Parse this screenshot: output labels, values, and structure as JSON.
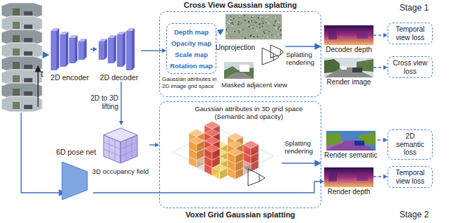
{
  "diagram": {
    "nodes": [
      {
        "text": [
          "Cross View Gaussian splatting"
        ]
      },
      {
        "text": [
          "Depth map",
          "Opacity map",
          "Scale map",
          "Rotation map"
        ],
        "in": 0
      },
      {
        "text": [
          "2D encoder"
        ]
      },
      {
        "text": [
          "2D decoder"
        ]
      },
      {
        "text": [
          "Decoder depth"
        ]
      },
      {
        "text": [
          "Render image"
        ]
      },
      {
        "text": [
          "Temporal view loss"
        ]
      },
      {
        "text": [
          "Cross view loss"
        ]
      },
      {
        "text": [
          "3D occupancy field"
        ]
      },
      {
        "text": [
          "Voxel Grid Gaussian splatting"
        ]
      },
      {
        "text": [
          "Render semantic"
        ]
      },
      {
        "text": [
          "Render depth"
        ]
      },
      {
        "text": [
          "2D semantic loss"
        ]
      },
      {
        "text": [
          "Temporal view loss"
        ]
      },
      {
        "text": [
          "6D pose net"
        ]
      }
    ],
    "edges": [
      {
        "from": 2,
        "to": 3,
        "arrow": "to"
      },
      {
        "from": 3,
        "to": 1,
        "arrow": "to"
      },
      {
        "from": 4,
        "to": 6,
        "arrow": "to"
      },
      {
        "from": 5,
        "to": 7,
        "arrow": "to"
      },
      {
        "from": 3,
        "to": 8,
        "label": "2D to 3D lifting",
        "arrow": "to"
      },
      {
        "from": 8,
        "to": 9,
        "arrow": "to"
      },
      {
        "from": 10,
        "to": 12,
        "arrow": "to"
      },
      {
        "from": 11,
        "to": 13,
        "arrow": "to"
      },
      {
        "from": 14,
        "to": 11,
        "arrow": "to"
      }
    ],
    "labels": [
      "t",
      "Gaussian attributes in 2D image grid space",
      "Unprojection",
      "Splatting rendering",
      "Masked adjacent view",
      "Stage 1",
      "Gaussian attributes in 3D grid space (Semantic and opacity)",
      "Splatting rendering",
      "Stage 2"
    ]
  }
}
